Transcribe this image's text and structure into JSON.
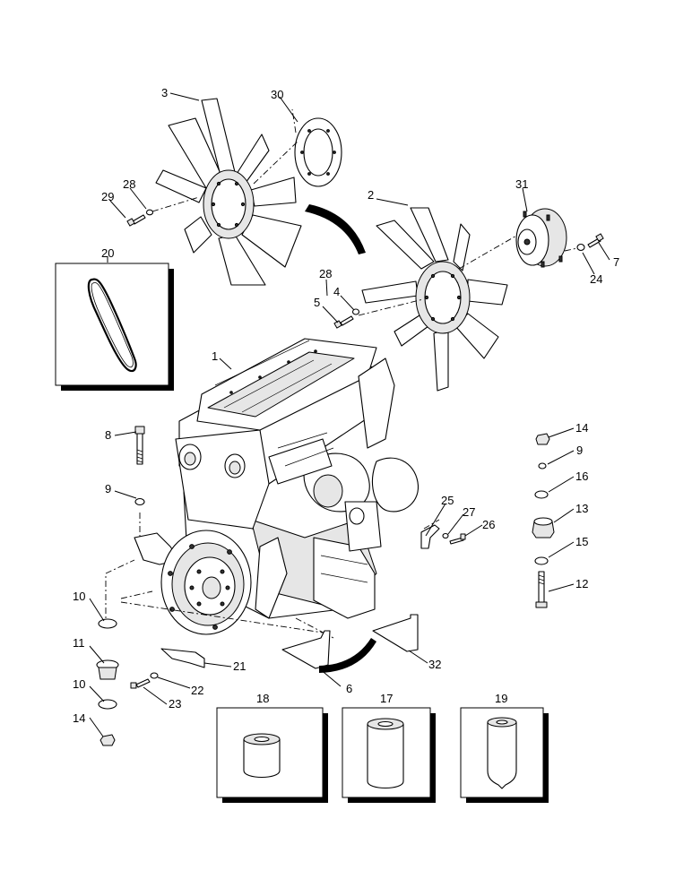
{
  "callouts": {
    "c1": "1",
    "c2": "2",
    "c3": "3",
    "c4": "4",
    "c5": "5",
    "c6": "6",
    "c7": "7",
    "c8": "8",
    "c9a": "9",
    "c9b": "9",
    "c10a": "10",
    "c10b": "10",
    "c11": "11",
    "c12": "12",
    "c13": "13",
    "c14a": "14",
    "c14b": "14",
    "c15": "15",
    "c16": "16",
    "c17": "17",
    "c18": "18",
    "c19": "19",
    "c20": "20",
    "c21": "21",
    "c22": "22",
    "c23": "23",
    "c24": "24",
    "c25": "25",
    "c26": "26",
    "c27": "27",
    "c28a": "28",
    "c28b": "28",
    "c29": "29",
    "c30": "30",
    "c31": "31",
    "c32": "32"
  }
}
